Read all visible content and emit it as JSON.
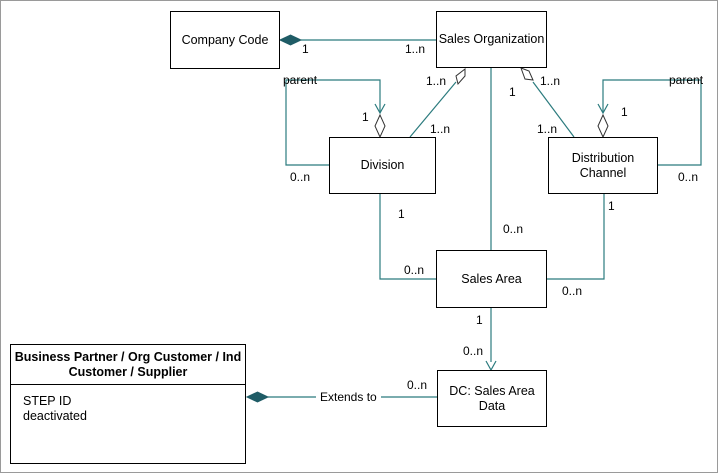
{
  "colors": {
    "connector": "#2b7b7e",
    "diamond_fill": "#1f5c66",
    "box_border": "#000000",
    "frame_border": "#9a9a9a"
  },
  "entities": {
    "company_code": "Company Code",
    "sales_organization": "Sales Organization",
    "division": "Division",
    "distribution_channel_line1": "Distribution",
    "distribution_channel_line2": "Channel",
    "sales_area": "Sales Area",
    "dc_sales_area_data_line1": "DC: Sales Area",
    "dc_sales_area_data_line2": "Data"
  },
  "business_partner": {
    "title_line1": "Business Partner / Org Customer / Ind",
    "title_line2": "Customer / Supplier",
    "attributes": [
      "STEP ID",
      "deactivated"
    ]
  },
  "labels": {
    "company_code_end": "1",
    "sales_org_company_end": "1..n",
    "parent_left": "parent",
    "parent_right": "parent",
    "division_self_1": "1",
    "division_self_0n": "0..n",
    "division_org_1n_top": "1..n",
    "division_org_1n_bottom": "1..n",
    "org_sales_area_1": "1",
    "dc_org_1n_top": "1..n",
    "dc_org_1n_bottom": "1..n",
    "dc_self_1": "1",
    "dc_self_0n": "0..n",
    "division_sales_area_1": "1",
    "division_sales_area_0n": "0..n",
    "org_sales_area_0n": "0..n",
    "dc_sales_area_1": "1",
    "dc_sales_area_0n": "0..n",
    "sales_area_dc_data_1": "1",
    "sales_area_dc_data_0n": "0..n",
    "extends_to": "Extends to",
    "extends_0n": "0..n"
  }
}
